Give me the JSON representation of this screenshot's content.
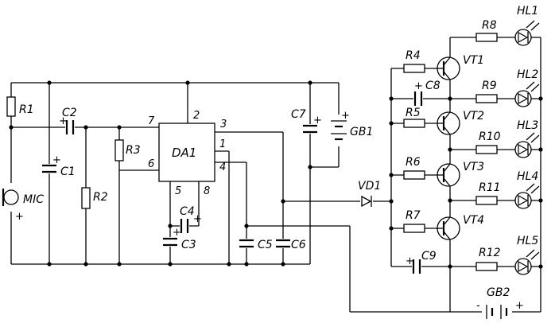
{
  "labels": {
    "mic": "MIC",
    "r1": "R1",
    "r2": "R2",
    "r3": "R3",
    "r4": "R4",
    "r5": "R5",
    "r6": "R6",
    "r7": "R7",
    "r8": "R8",
    "r9": "R9",
    "r10": "R10",
    "r11": "R11",
    "r12": "R12",
    "c1": "C1",
    "c2": "C2",
    "c3": "C3",
    "c4": "C4",
    "c5": "C5",
    "c6": "C6",
    "c7": "C7",
    "c8": "C8",
    "c9": "C9",
    "da1": "DA1",
    "vt1": "VT1",
    "vt2": "VT2",
    "vt3": "VT3",
    "vt4": "VT4",
    "vd1": "VD1",
    "hl1": "HL1",
    "hl2": "HL2",
    "hl3": "HL3",
    "hl4": "HL4",
    "hl5": "HL5",
    "gb1": "GB1",
    "gb2": "GB2"
  },
  "da1_pins": {
    "p2": "2",
    "p3": "3",
    "p7": "7",
    "p1": "1",
    "p6": "6",
    "p4": "4",
    "p5": "5",
    "p8": "8"
  },
  "polarity": {
    "plus": "+",
    "minus": "-"
  }
}
